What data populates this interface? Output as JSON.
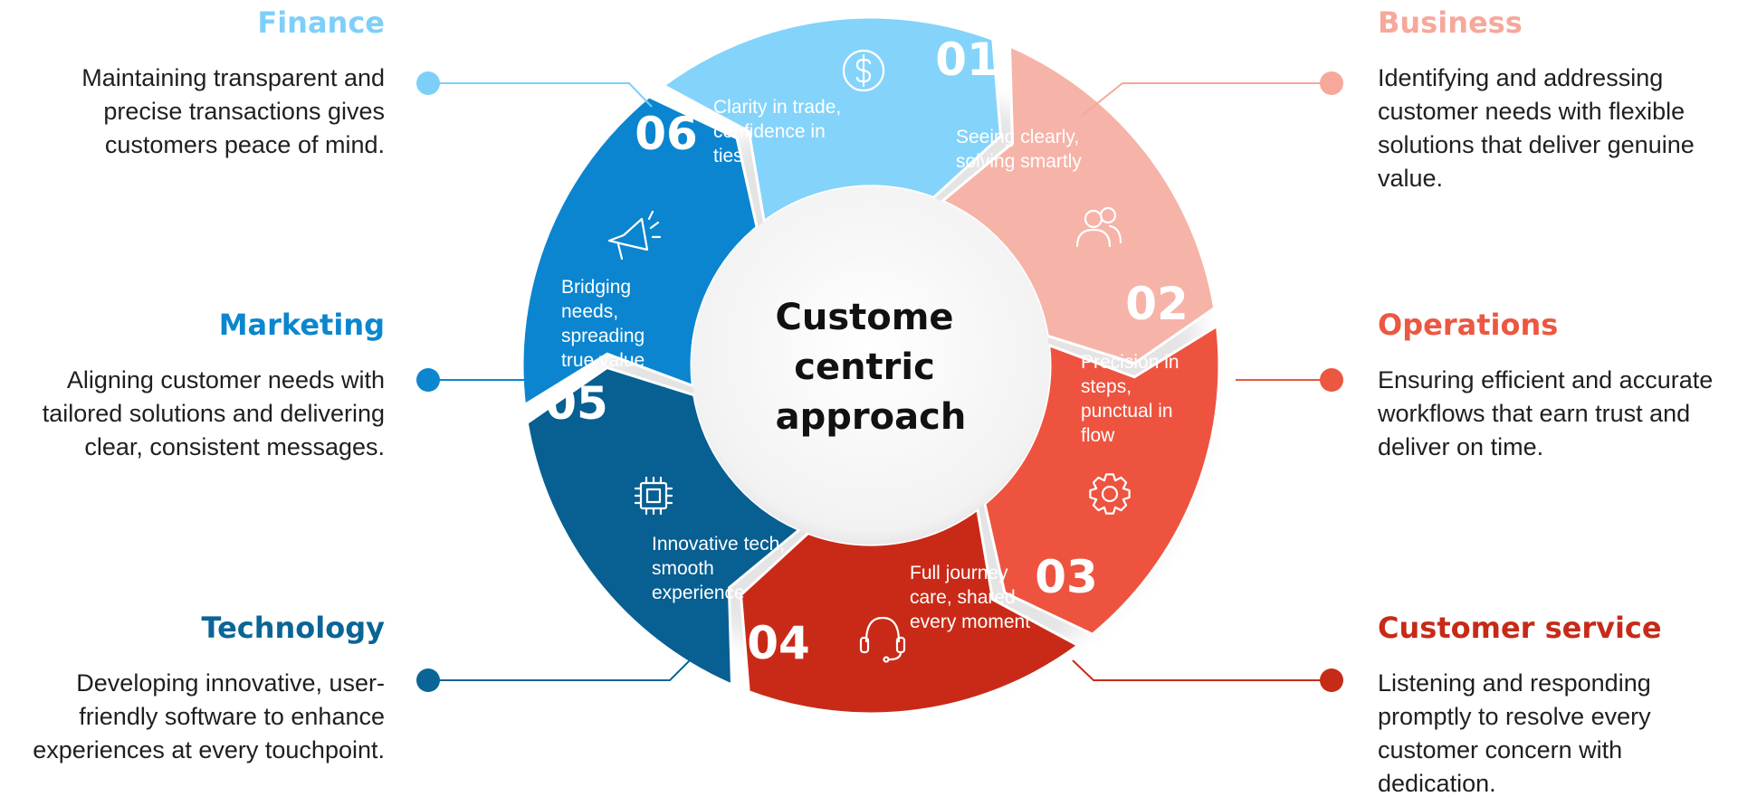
{
  "center": {
    "lines": [
      "Custome",
      "centric",
      "approach"
    ]
  },
  "segments": [
    {
      "num": "01",
      "lines": [
        "Seeing clearly,",
        "solving smartly"
      ],
      "color": "#f6b3a8",
      "icon": "users-icon",
      "category": {
        "title": "Business",
        "color": "#f6a89a",
        "lines": [
          "Identifying and addressing",
          "customer needs with flexible",
          "solutions that deliver genuine",
          "value."
        ]
      }
    },
    {
      "num": "02",
      "lines": [
        "Precision in",
        "steps,",
        "punctual in",
        "flow"
      ],
      "color": "#ee5340",
      "icon": "gear-icon",
      "category": {
        "title": "Operations",
        "color": "#ec5741",
        "lines": [
          "Ensuring efficient and accurate",
          "workflows that earn trust and",
          "deliver on time."
        ]
      }
    },
    {
      "num": "03",
      "lines": [
        "Full journey",
        "care, shared",
        "every moment"
      ],
      "color": "#c92a17",
      "icon": "headset-icon",
      "category": {
        "title": "Customer service",
        "color": "#c62b18",
        "lines": [
          "Listening and responding",
          "promptly to resolve every",
          "customer concern with",
          "dedication."
        ]
      }
    },
    {
      "num": "04",
      "lines": [
        "Innovative tech,",
        "smooth",
        "experience"
      ],
      "color": "#075f92",
      "icon": "chip-icon",
      "category": {
        "title": "Technology",
        "color": "#0a6596",
        "lines": [
          "Developing innovative, user-",
          "friendly software to enhance",
          "experiences at every touchpoint."
        ]
      }
    },
    {
      "num": "05",
      "lines": [
        "Bridging",
        "needs,",
        "spreading",
        "true value"
      ],
      "color": "#0b85cf",
      "icon": "megaphone-icon",
      "category": {
        "title": "Marketing",
        "color": "#0b86cf",
        "lines": [
          "Aligning customer needs with",
          "tailored solutions and delivering",
          "clear, consistent messages."
        ]
      }
    },
    {
      "num": "06",
      "lines": [
        "Clarity in trade,",
        "confidence in",
        "ties"
      ],
      "color": "#84d3fa",
      "icon": "dollar-icon",
      "category": {
        "title": "Finance",
        "color": "#7dcffa",
        "lines": [
          "Maintaining transparent and",
          "precise transactions gives",
          "customers peace of mind."
        ]
      }
    }
  ]
}
